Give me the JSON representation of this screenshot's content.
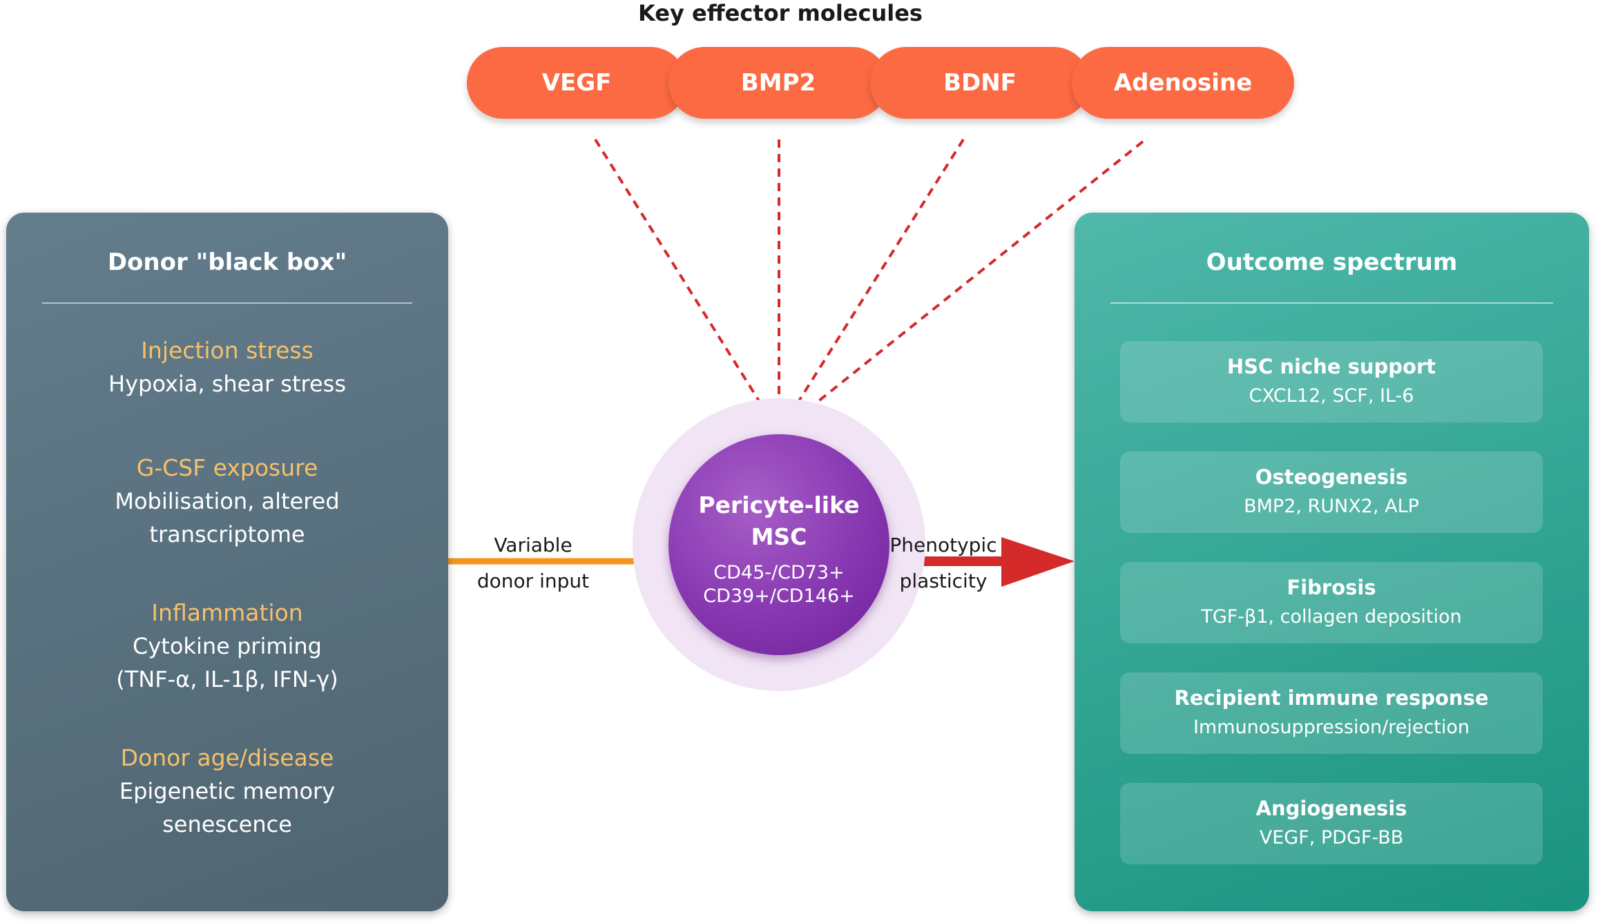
{
  "header": {
    "title": "Key effector molecules"
  },
  "effectors": [
    "VEGF",
    "BMP2",
    "BDNF",
    "Adenosine"
  ],
  "donor_panel": {
    "title": "Donor \"black box\"",
    "factors": [
      {
        "title": "Injection stress",
        "desc": "Hypoxia, shear stress"
      },
      {
        "title": "G-CSF exposure",
        "desc": "Mobilisation, altered\ntranscriptome"
      },
      {
        "title": "Inflammation",
        "desc": "Cytokine priming\n(TNF-α, IL-1β, IFN-γ)"
      },
      {
        "title": "Donor age/disease",
        "desc": "Epigenetic memory\nsenescence"
      }
    ]
  },
  "center_cell": {
    "title": "Pericyte-like\nMSC",
    "markers": "CD45-/CD73+\nCD39+/CD146+"
  },
  "input_arrow": {
    "label": "Variable\ndonor input",
    "color": "#f7941d"
  },
  "output_arrow": {
    "label": "Phenotypic\nplasticity",
    "color": "#d42a2a"
  },
  "outcome_panel": {
    "title": "Outcome spectrum",
    "items": [
      {
        "title": "HSC niche support",
        "desc": "CXCL12, SCF, IL-6"
      },
      {
        "title": "Osteogenesis",
        "desc": "BMP2, RUNX2, ALP"
      },
      {
        "title": "Fibrosis",
        "desc": "TGF-β1, collagen deposition"
      },
      {
        "title": "Recipient immune response",
        "desc": "Immunosuppression/rejection"
      },
      {
        "title": "Angiogenesis",
        "desc": "VEGF, PDGF-BB"
      }
    ]
  },
  "colors": {
    "pill": "#fb6a42",
    "dashed_link": "#d42a2a",
    "factor_title": "#f7c06b"
  }
}
